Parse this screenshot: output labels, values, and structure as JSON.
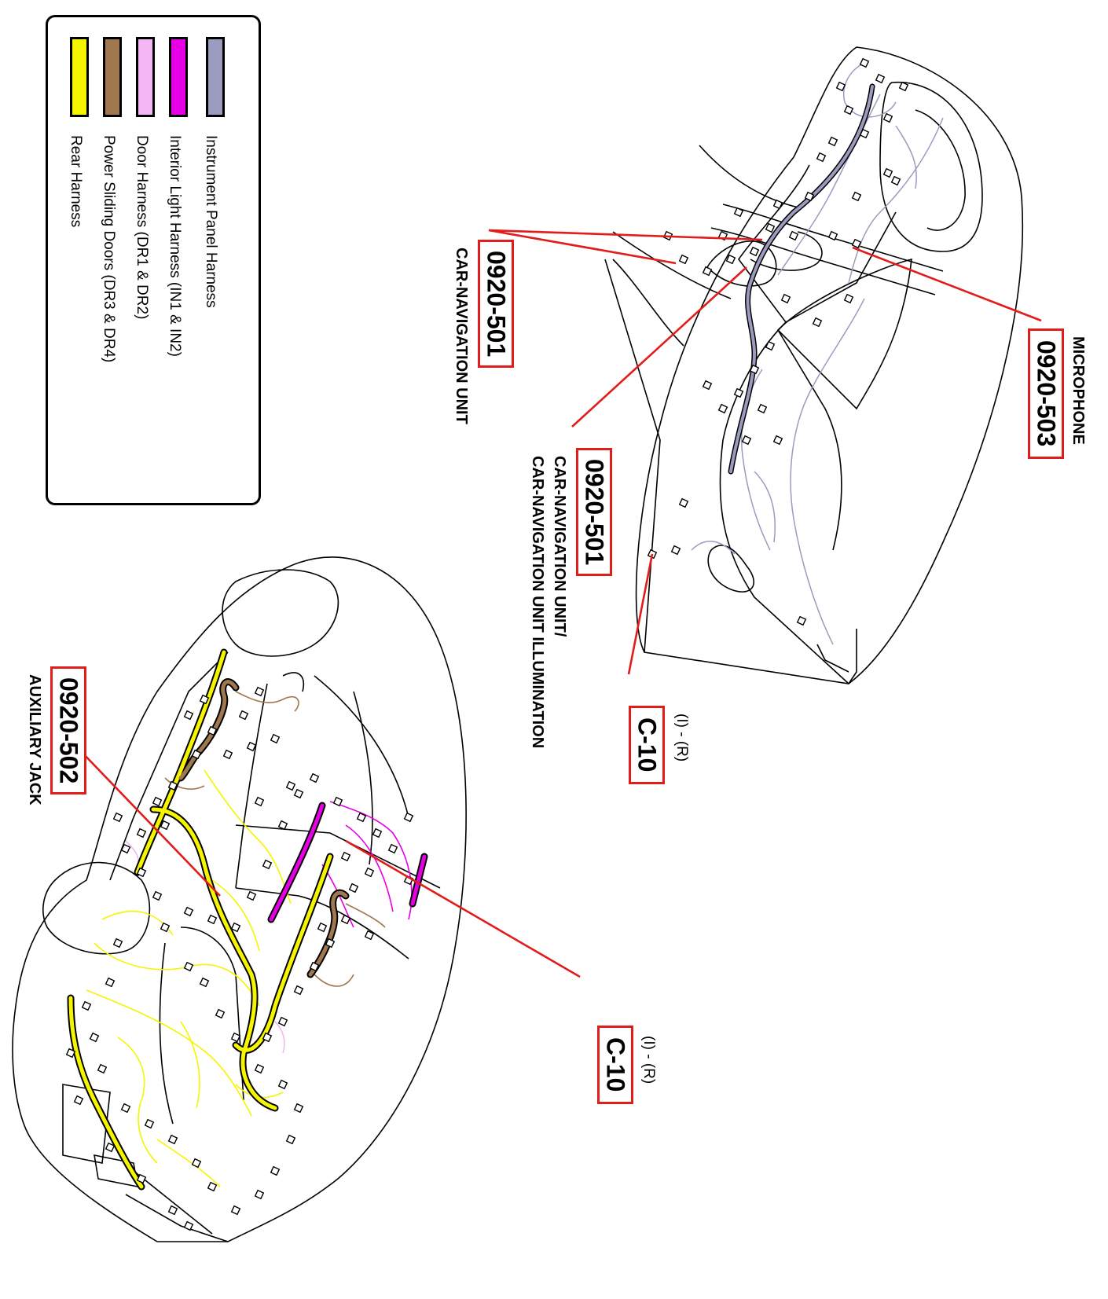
{
  "legend": {
    "items": [
      {
        "label": "Instrument Panel Harness",
        "color": "#9b9bc0"
      },
      {
        "label": "Interior Light Harness (IN1 & IN2)",
        "color": "#e600e6"
      },
      {
        "label": "Door Harness (DR1 & DR2)",
        "color": "#f4b6f4"
      },
      {
        "label": "Power Sliding Doors (DR3 & DR4)",
        "color": "#a07850"
      },
      {
        "label": "Rear Harness",
        "color": "#f5f500"
      }
    ]
  },
  "callouts": {
    "microphone": {
      "code": "0920-503",
      "caption": "MICROPHONE"
    },
    "nav_unit": {
      "code": "0920-501",
      "caption": "CAR-NAVIGATION UNIT"
    },
    "nav_unit_illum": {
      "code": "0920-501",
      "caption_line1": "CAR-NAVIGATION UNIT/",
      "caption_line2": "CAR-NAVIGATION UNIT ILLUMINATION"
    },
    "c10_top": {
      "code": "C-10",
      "sub": "(I) - (R)"
    },
    "c10_bottom": {
      "code": "C-10",
      "sub": "(I) - (R)"
    },
    "aux_jack": {
      "code": "0920-502",
      "caption": "AUXILIARY JACK"
    }
  },
  "colors": {
    "callout_line": "#e21b1b"
  }
}
